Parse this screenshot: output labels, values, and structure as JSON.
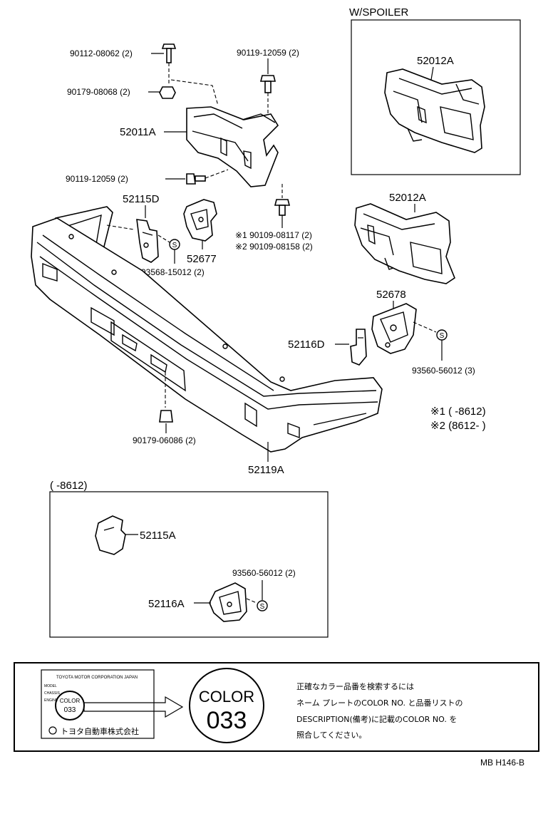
{
  "spoiler_box": {
    "title": "W/SPOILER",
    "part": "52012A"
  },
  "parts": {
    "bolt_top": "90112-08062 (2)",
    "nut_top": "90179-08068 (2)",
    "screw_top_right": "90119-12059 (2)",
    "bracket_main": "52011A",
    "screw_mid": "90119-12059 (2)",
    "bracket_left": "52115D",
    "bracket_52677": "52677",
    "note1_part": "※1 90109-08117 (2)",
    "note2_part": "※2 90109-08158 (2)",
    "clip_left": "93568-15012 (2)",
    "retainer_right": "52012A",
    "bracket_52678": "52678",
    "bracket_right": "52116D",
    "clip_right": "93560-56012 (3)",
    "nut_bottom": "90179-06086 (2)",
    "bumper_cover": "52119A"
  },
  "notes": {
    "note1": "※1 (      -8612)",
    "note2": "※2 (8612-      )"
  },
  "inset": {
    "title": "(      -8612)",
    "bracket_a": "52115A",
    "clip": "93560-56012 (2)",
    "bracket_b": "52116A"
  },
  "color_panel": {
    "plate_maker": "TOYOTA MOTOR CORPORATION JAPAN",
    "plate_fields": [
      "MODEL",
      "CHASSIS",
      "ENGINE"
    ],
    "plate_color_word": "COLOR",
    "plate_color_no": "033",
    "plate_footer": "トヨタ自動車株式会社",
    "circle_word": "COLOR",
    "circle_no": "033",
    "instruction": [
      "正確なカラー品番を検索するには",
      "ネーム プレートのCOLOR NO. と品番リストの",
      "DESCRIPTION(備考)に記載のCOLOR NO. を",
      "照合してください。"
    ]
  },
  "footer_code": "MB  H146-B"
}
